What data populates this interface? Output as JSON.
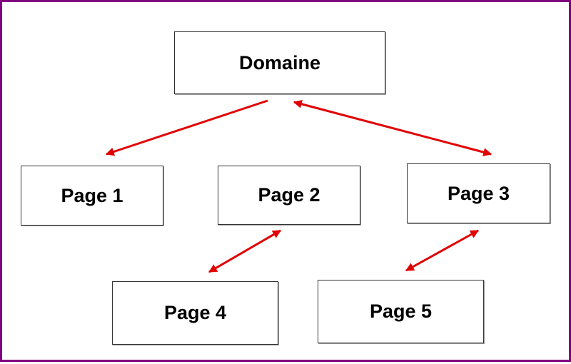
{
  "diagram": {
    "nodes": [
      {
        "id": "domaine",
        "label": "Domaine"
      },
      {
        "id": "page1",
        "label": "Page 1"
      },
      {
        "id": "page2",
        "label": "Page 2"
      },
      {
        "id": "page3",
        "label": "Page 3"
      },
      {
        "id": "page4",
        "label": "Page 4"
      },
      {
        "id": "page5",
        "label": "Page 5"
      }
    ],
    "edges": [
      {
        "from": "domaine",
        "to": "page1",
        "direction": "forward"
      },
      {
        "from": "domaine",
        "to": "page3",
        "direction": "both"
      },
      {
        "from": "page2",
        "to": "page4",
        "direction": "both"
      },
      {
        "from": "page3",
        "to": "page5",
        "direction": "both"
      }
    ],
    "colors": {
      "frame": "#800080",
      "arrow": "#e00000",
      "box_border": "#333333",
      "text": "#000000"
    }
  }
}
